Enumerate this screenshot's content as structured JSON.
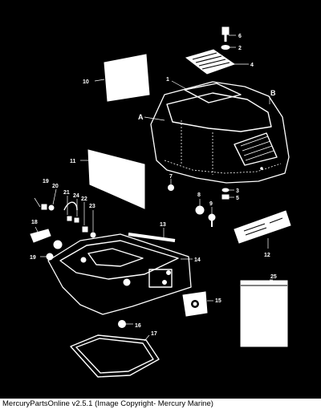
{
  "diagram": {
    "callouts": {
      "c1": "1",
      "c2": "2",
      "c3": "3",
      "c4": "4",
      "c5": "5",
      "c6": "6",
      "c7": "7",
      "c8": "8",
      "c9": "9",
      "c10": "10",
      "c11": "11",
      "c12": "12",
      "c13": "13",
      "c14": "14",
      "c15": "15",
      "c16": "16",
      "c17": "17",
      "c18": "18",
      "c19a": "19",
      "c19b": "19",
      "c20": "20",
      "c21": "21",
      "c22": "22",
      "c23": "23",
      "c24": "24",
      "c25": "25",
      "cA": "A",
      "cB": "B"
    }
  },
  "footer": {
    "text": "MercuryPartsOnline v2.5.1 (Image Copyright- Mercury Marine)"
  }
}
